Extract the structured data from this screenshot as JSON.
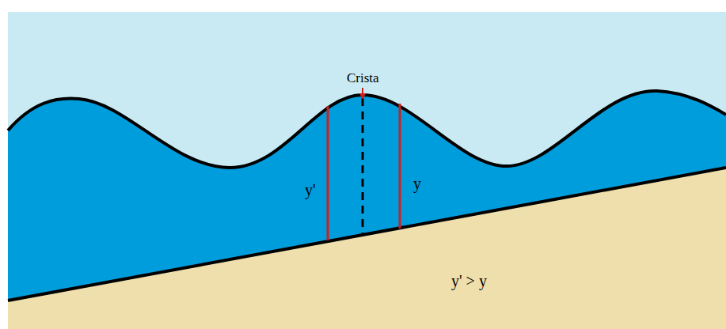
{
  "diagram": {
    "labels": [
      "Crista",
      "y'",
      "y",
      "y' > y"
    ]
  }
}
